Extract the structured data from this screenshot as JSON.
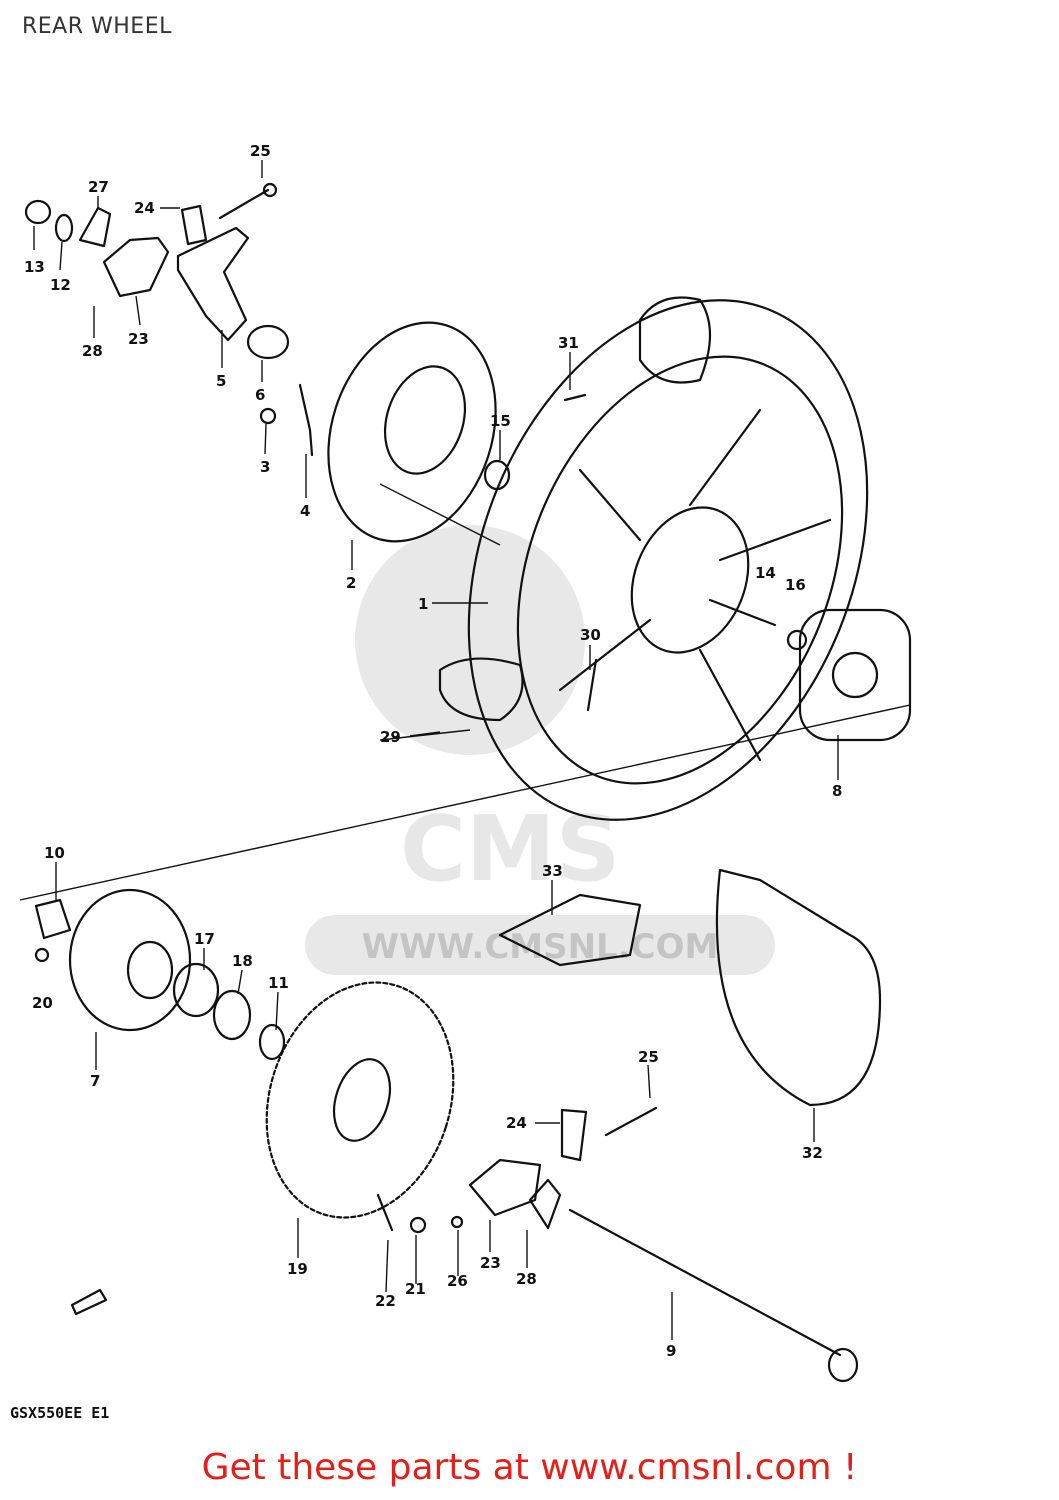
{
  "title": "REAR WHEEL",
  "model_code": "GSX550EE E1",
  "cta_text": "Get these parts at www.cmsnl.com !",
  "watermark": {
    "brand": "CMS",
    "url": "WWW.CMSNL.COM"
  },
  "colors": {
    "cta": "#e0201a",
    "ink": "#111111"
  },
  "callouts": [
    {
      "id": "c25a",
      "text": "25"
    },
    {
      "id": "c27",
      "text": "27"
    },
    {
      "id": "c24a",
      "text": "24"
    },
    {
      "id": "c13",
      "text": "13"
    },
    {
      "id": "c12",
      "text": "12"
    },
    {
      "id": "c23a",
      "text": "23"
    },
    {
      "id": "c28a",
      "text": "28"
    },
    {
      "id": "c5",
      "text": "5"
    },
    {
      "id": "c6",
      "text": "6"
    },
    {
      "id": "c3",
      "text": "3"
    },
    {
      "id": "c4",
      "text": "4"
    },
    {
      "id": "c15",
      "text": "15"
    },
    {
      "id": "c2",
      "text": "2"
    },
    {
      "id": "c31",
      "text": "31"
    },
    {
      "id": "c1",
      "text": "1"
    },
    {
      "id": "c14",
      "text": "14"
    },
    {
      "id": "c16",
      "text": "16"
    },
    {
      "id": "c30",
      "text": "30"
    },
    {
      "id": "c29",
      "text": "29"
    },
    {
      "id": "c8",
      "text": "8"
    },
    {
      "id": "c10",
      "text": "10"
    },
    {
      "id": "c33",
      "text": "33"
    },
    {
      "id": "c17",
      "text": "17"
    },
    {
      "id": "c18",
      "text": "18"
    },
    {
      "id": "c11",
      "text": "11"
    },
    {
      "id": "c20",
      "text": "20"
    },
    {
      "id": "c7",
      "text": "7"
    },
    {
      "id": "c25b",
      "text": "25"
    },
    {
      "id": "c24b",
      "text": "24"
    },
    {
      "id": "c32",
      "text": "32"
    },
    {
      "id": "c19",
      "text": "19"
    },
    {
      "id": "c23b",
      "text": "23"
    },
    {
      "id": "c28b",
      "text": "28"
    },
    {
      "id": "c22",
      "text": "22"
    },
    {
      "id": "c21",
      "text": "21"
    },
    {
      "id": "c26",
      "text": "26"
    },
    {
      "id": "c9",
      "text": "9"
    }
  ]
}
